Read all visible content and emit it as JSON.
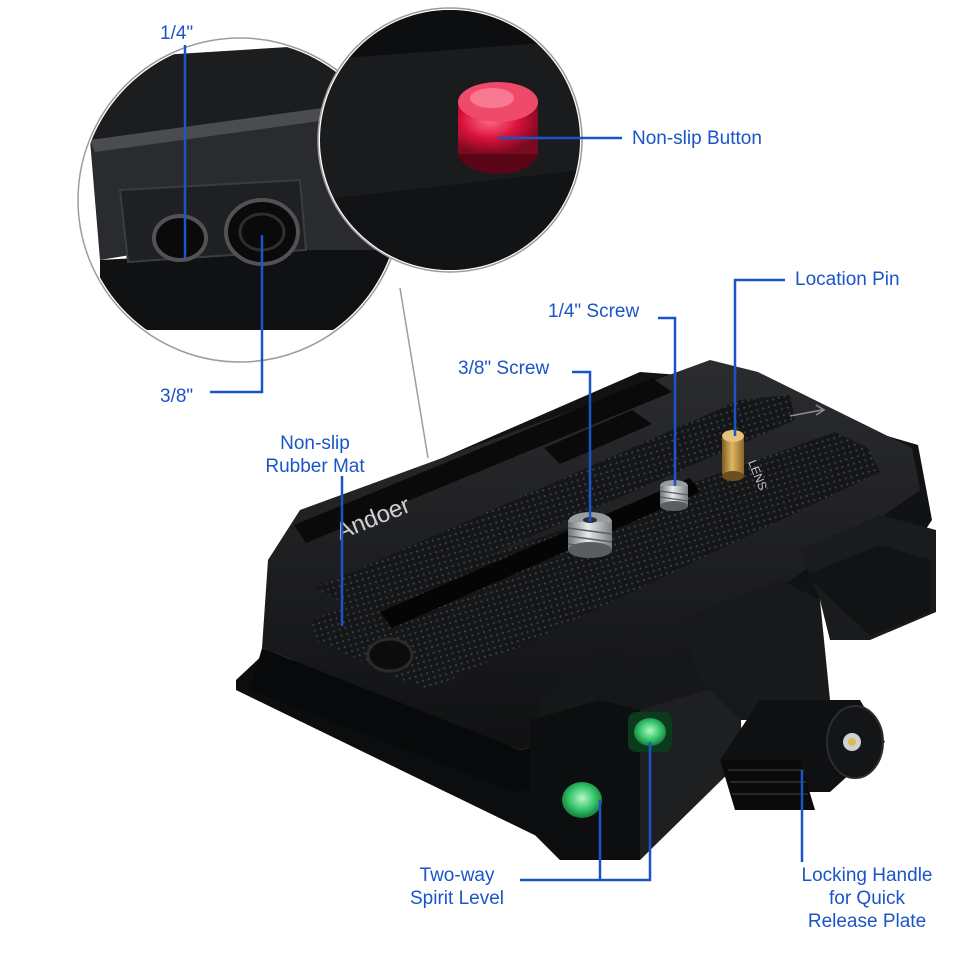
{
  "brand": "Andoer",
  "engraving": "LENS",
  "colors": {
    "label_text": "#1a55c8",
    "leader_line": "#1a55c8",
    "plate_body": "#1b1c1e",
    "button_red": "#d8123a",
    "brass_pin": "#b88a3a",
    "bubble_green": "#35c46a"
  },
  "labels": {
    "quarter_inch": "1/4\"",
    "three_eighths": "3/8\"",
    "non_slip_button": "Non-slip Button",
    "location_pin": "Location Pin",
    "quarter_screw": "1/4\" Screw",
    "three_eighths_screw": "3/8\" Screw",
    "rubber_mat_line1": "Non-slip",
    "rubber_mat_line2": "Rubber Mat",
    "spirit_level_line1": "Two-way",
    "spirit_level_line2": "Spirit Level",
    "locking_handle_line1": "Locking Handle",
    "locking_handle_line2": "for Quick",
    "locking_handle_line3": "Release Plate"
  }
}
